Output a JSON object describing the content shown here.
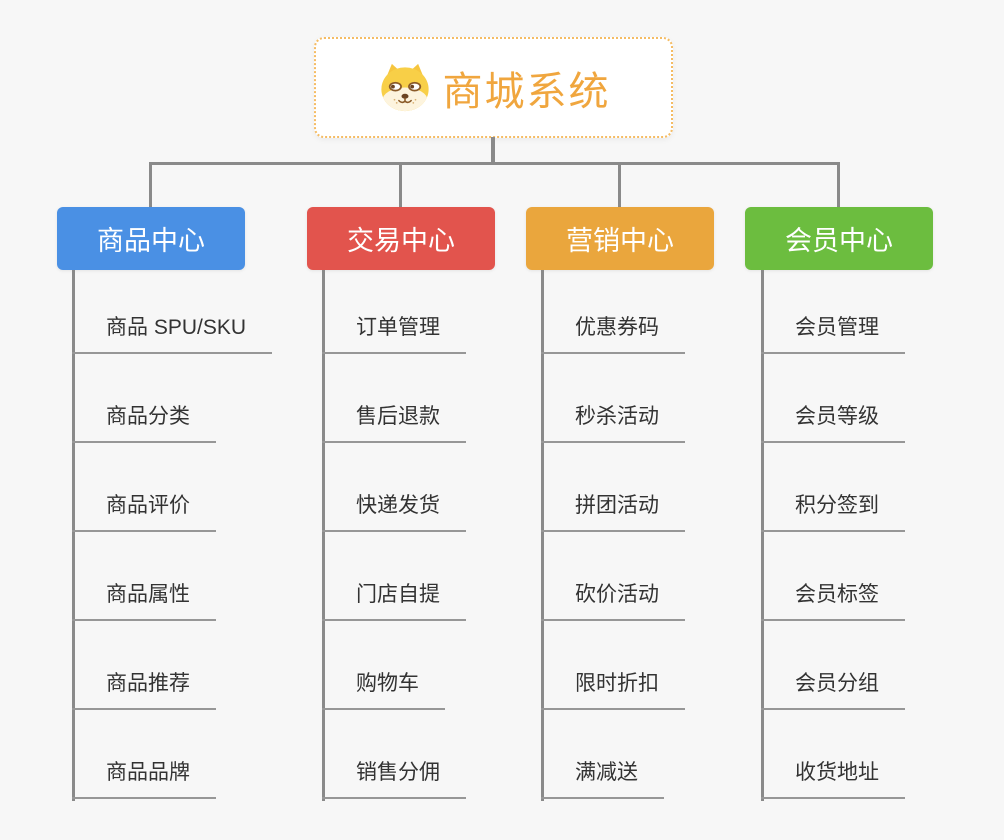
{
  "root": {
    "title": "商城系统",
    "icon": "doge-icon"
  },
  "branches": [
    {
      "label": "商品中心",
      "color": "#4a90e4",
      "items": [
        "商品 SPU/SKU",
        "商品分类",
        "商品评价",
        "商品属性",
        "商品推荐",
        "商品品牌"
      ]
    },
    {
      "label": "交易中心",
      "color": "#e2544d",
      "items": [
        "订单管理",
        "售后退款",
        "快递发货",
        "门店自提",
        "购物车",
        "销售分佣"
      ]
    },
    {
      "label": "营销中心",
      "color": "#eaa63d",
      "items": [
        "优惠券码",
        "秒杀活动",
        "拼团活动",
        "砍价活动",
        "限时折扣",
        "满减送"
      ]
    },
    {
      "label": "会员中心",
      "color": "#6cbd3f",
      "items": [
        "会员管理",
        "会员等级",
        "积分签到",
        "会员标签",
        "会员分组",
        "收货地址"
      ]
    }
  ],
  "colors": {
    "background": "#f7f7f7",
    "connector": "#8a8a8a",
    "underline": "#979797",
    "root_text": "#f0a63e",
    "root_border": "#f5bc64",
    "leaf_text": "#333333"
  }
}
